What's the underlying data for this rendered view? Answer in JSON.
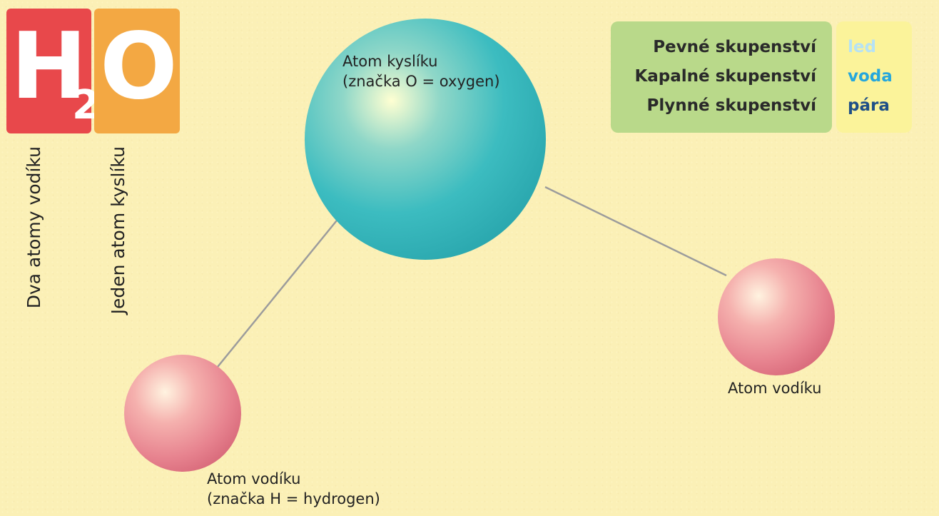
{
  "formula": {
    "h_letter": "H",
    "subscript": "2",
    "o_letter": "O",
    "h_color": "#e8484b",
    "o_color": "#f3a843"
  },
  "vertical_labels": {
    "hydrogen": "Dva atomy vodíku",
    "oxygen": "Jeden atom kyslíku"
  },
  "states": [
    {
      "name": "Pevné skupenství",
      "form": "led",
      "color": "#b6e2f5"
    },
    {
      "name": "Kapalné skupenství",
      "form": "voda",
      "color": "#26a7dc"
    },
    {
      "name": "Plynné skupenství",
      "form": "pára",
      "color": "#1f4f87"
    }
  ],
  "atoms": {
    "oxygen": {
      "line1": "Atom kyslíku",
      "line2": "(značka O = oxygen)",
      "color": "#3cbcc0"
    },
    "hydrogen_1": {
      "line1": "Atom vodíku",
      "line2": "(značka H = hydrogen)",
      "color": "#e7838f"
    },
    "hydrogen_2": {
      "line1": "Atom vodíku",
      "color": "#e7838f"
    }
  },
  "bond_color": "#9c9c9c",
  "background_color": "#fbf0b6"
}
